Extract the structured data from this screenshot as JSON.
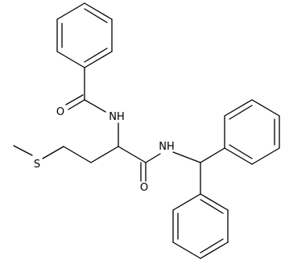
{
  "molecule": {
    "atom_labels": {
      "amide_oxygen_benzoyl": "O",
      "amide_nh_benzoyl": "NH",
      "amide_nh_benzhydryl": "NH",
      "amide_oxygen_main": "O",
      "thioether_sulfur": "S"
    }
  }
}
